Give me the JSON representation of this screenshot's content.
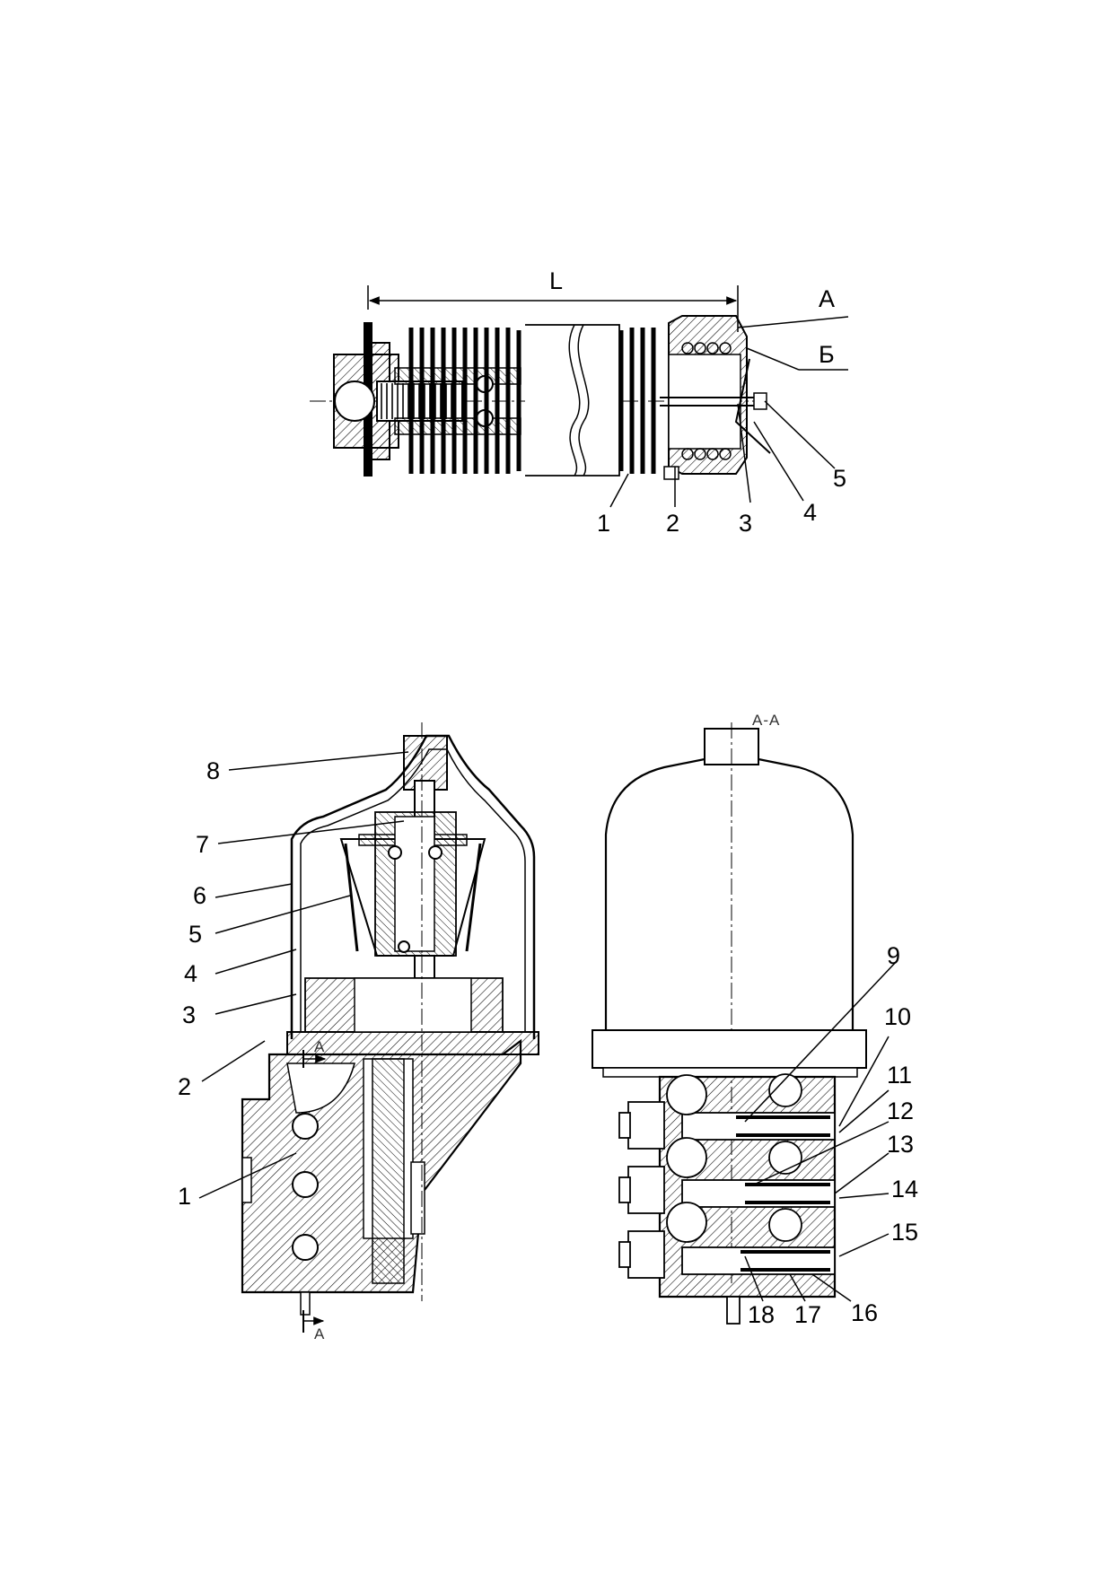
{
  "top_figure": {
    "dimension_label": "L",
    "view_labels": [
      "А",
      "Б"
    ],
    "callouts": [
      "1",
      "2",
      "3",
      "4",
      "5"
    ]
  },
  "bottom_left_figure": {
    "callouts": [
      "1",
      "2",
      "3",
      "4",
      "5",
      "6",
      "7",
      "8"
    ],
    "section_mark_top": "A",
    "section_mark_bottom": "A"
  },
  "bottom_right_figure": {
    "section_title": "А-А",
    "callouts": [
      "9",
      "10",
      "11",
      "12",
      "13",
      "14",
      "15",
      "16",
      "17",
      "18"
    ]
  }
}
